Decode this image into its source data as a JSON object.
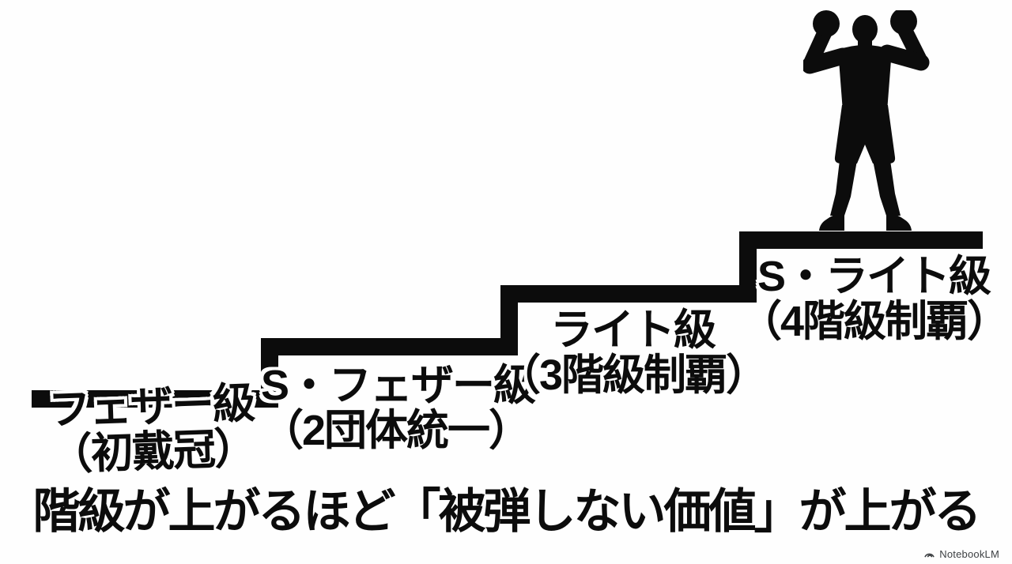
{
  "meta": {
    "background": "#fefefe",
    "ink": "#0c0c0c"
  },
  "staircase": {
    "description": "four ascending steps, left to right",
    "steps": [
      {
        "name": "フェザー級",
        "achievement": "（初戴冠）"
      },
      {
        "name": "S・フェザー級",
        "achievement": "（2団体統一）"
      },
      {
        "name": "ライト級",
        "achievement": "（3階級制覇）"
      },
      {
        "name": "S・ライト級",
        "achievement": "（4階級制覇）"
      }
    ]
  },
  "figure": {
    "icon": "victorious-boxer-silhouette",
    "position": "standing on top step, arms raised with boxing gloves"
  },
  "heading": {
    "text": "階級が上がるほど「被弾しない価値」が上がる"
  },
  "watermark": {
    "icon": "notebooklm-logo",
    "label": "NotebookLM"
  }
}
